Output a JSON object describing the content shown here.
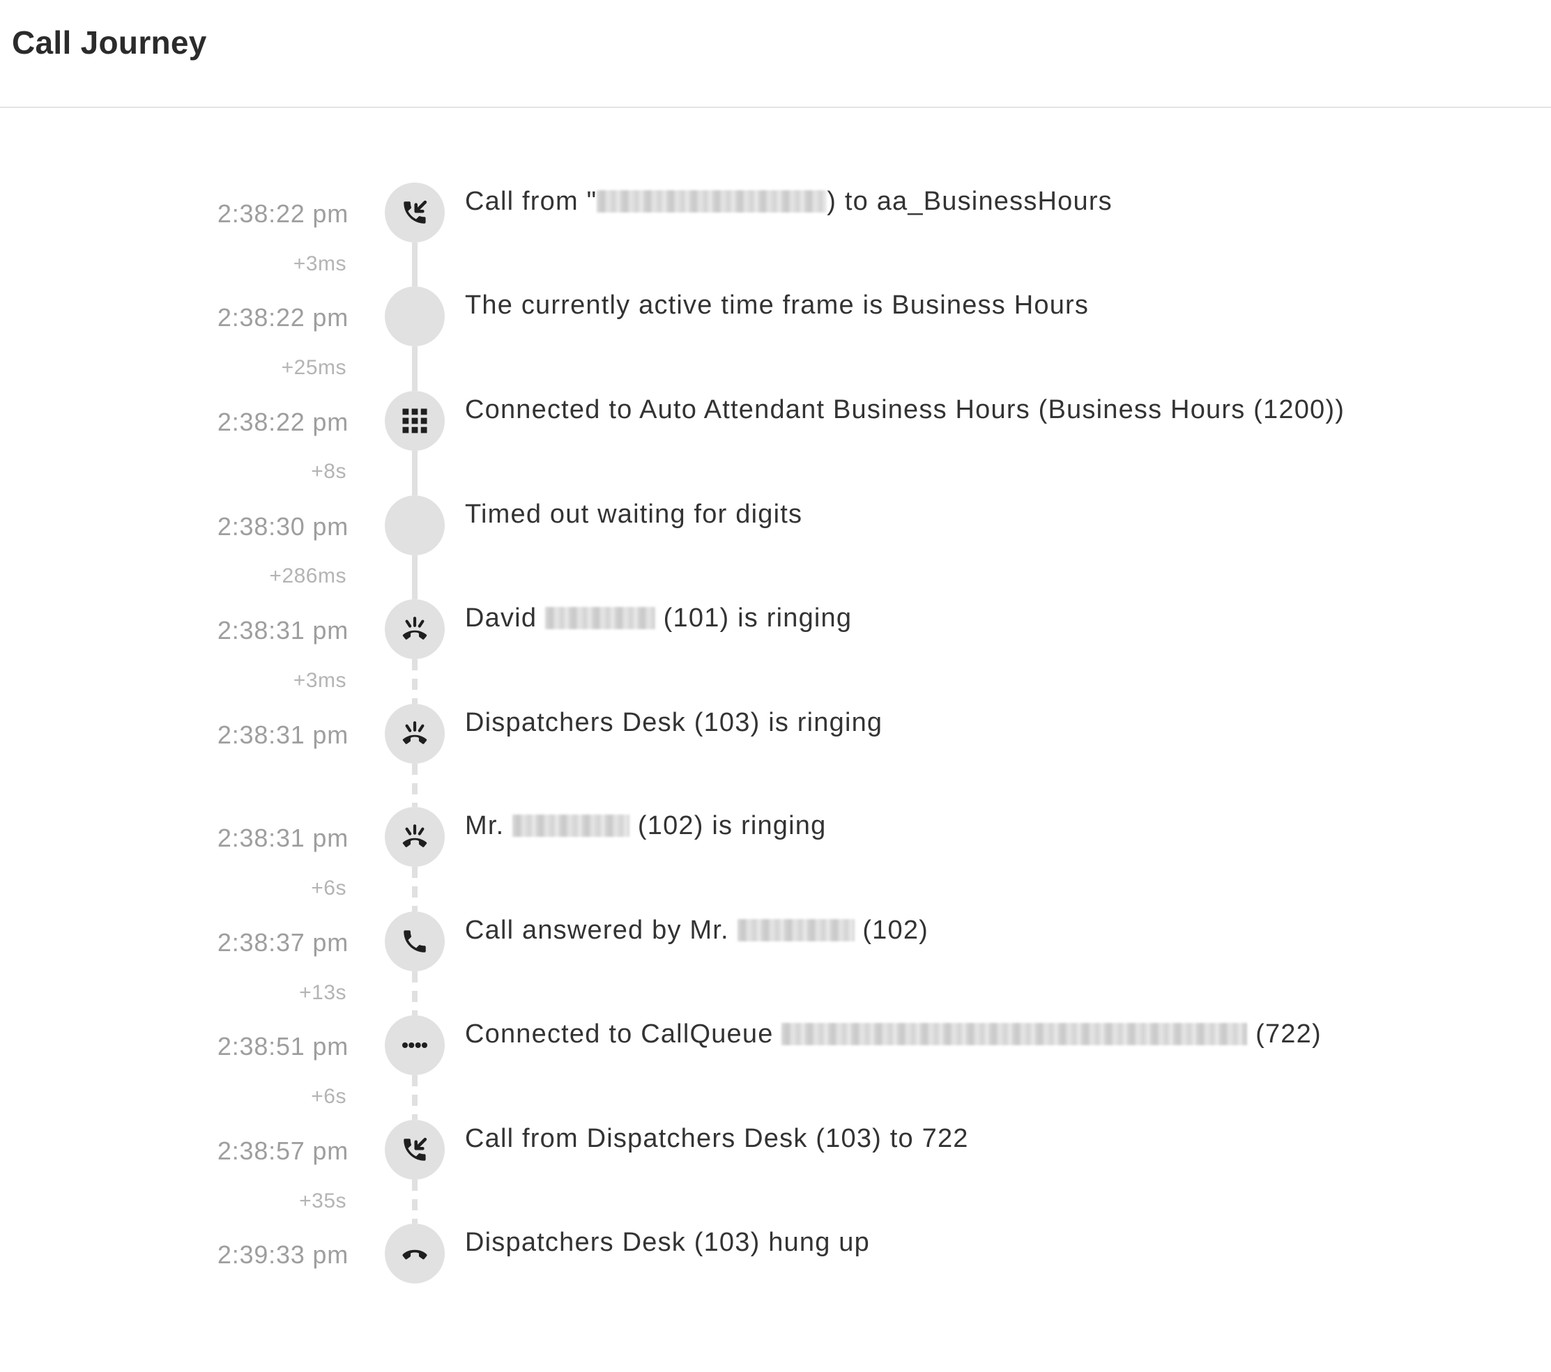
{
  "header": {
    "title": "Call Journey"
  },
  "events": [
    {
      "time": "2:38:22 pm",
      "icon": "call-transfer-icon",
      "parts": [
        "Call from \"",
        "",
        ") to aa_BusinessHours"
      ]
    },
    {
      "time": "2:38:22 pm",
      "icon": "none",
      "parts": [
        "The currently active time frame is Business Hours"
      ]
    },
    {
      "time": "2:38:22 pm",
      "icon": "keypad-icon",
      "parts": [
        "Connected to Auto Attendant Business Hours (Business Hours (1200))"
      ]
    },
    {
      "time": "2:38:30 pm",
      "icon": "none",
      "parts": [
        "Timed out waiting for digits"
      ]
    },
    {
      "time": "2:38:31 pm",
      "icon": "phone-ringing-icon",
      "parts": [
        "David ",
        "",
        " (101) is ringing"
      ]
    },
    {
      "time": "2:38:31 pm",
      "icon": "phone-ringing-icon",
      "parts": [
        "Dispatchers Desk (103) is ringing"
      ]
    },
    {
      "time": "2:38:31 pm",
      "icon": "phone-ringing-icon",
      "parts": [
        "Mr. ",
        "",
        " (102) is ringing"
      ]
    },
    {
      "time": "2:38:37 pm",
      "icon": "phone-answered-icon",
      "parts": [
        "Call answered by Mr. ",
        "",
        " (102)"
      ]
    },
    {
      "time": "2:38:51 pm",
      "icon": "queue-dots-icon",
      "parts": [
        "Connected to CallQueue ",
        "",
        " (722)"
      ]
    },
    {
      "time": "2:38:57 pm",
      "icon": "call-transfer-icon",
      "parts": [
        "Call from Dispatchers Desk (103) to 722"
      ]
    },
    {
      "time": "2:39:33 pm",
      "icon": "hang-up-icon",
      "parts": [
        "Dispatchers Desk (103) hung up"
      ]
    }
  ],
  "deltas": [
    "+3ms",
    "+25ms",
    "+8s",
    "+286ms",
    "+3ms",
    "",
    "+6s",
    "+13s",
    "+6s",
    "+35s"
  ],
  "colors": {
    "node_background": "#e1e1e1",
    "connector": "#e0e0e0",
    "time_text": "#9e9e9e",
    "delta_text": "#b4b4b4",
    "description_text": "#333333",
    "icon": "#1f1f1f"
  }
}
